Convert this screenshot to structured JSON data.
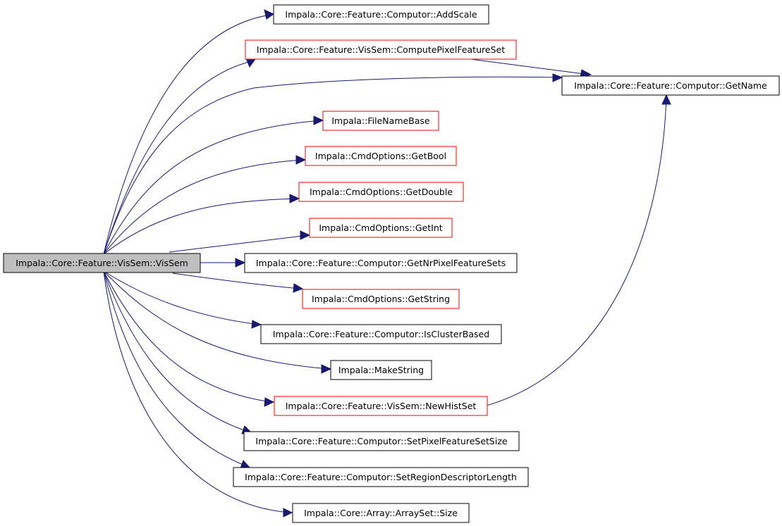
{
  "colors": {
    "edge": "#191970",
    "root_fill": "#bfbfbf",
    "normal_border": "#000000",
    "highlight_border": "#ff0000"
  },
  "root": {
    "label": "Impala::Core::Feature::VisSem::VisSem"
  },
  "nodes": [
    {
      "id": "addscale",
      "label": "Impala::Core::Feature::Computor::AddScale",
      "highlight": false
    },
    {
      "id": "computepixel",
      "label": "Impala::Core::Feature::VisSem::ComputePixelFeatureSet",
      "highlight": true
    },
    {
      "id": "getname",
      "label": "Impala::Core::Feature::Computor::GetName",
      "highlight": false
    },
    {
      "id": "filenamebase",
      "label": "Impala::FileNameBase",
      "highlight": true
    },
    {
      "id": "getbool",
      "label": "Impala::CmdOptions::GetBool",
      "highlight": true
    },
    {
      "id": "getdouble",
      "label": "Impala::CmdOptions::GetDouble",
      "highlight": true
    },
    {
      "id": "getint",
      "label": "Impala::CmdOptions::GetInt",
      "highlight": true
    },
    {
      "id": "getnrpixel",
      "label": "Impala::Core::Feature::Computor::GetNrPixelFeatureSets",
      "highlight": false
    },
    {
      "id": "getstring",
      "label": "Impala::CmdOptions::GetString",
      "highlight": true
    },
    {
      "id": "isclusterbased",
      "label": "Impala::Core::Feature::Computor::IsClusterBased",
      "highlight": false
    },
    {
      "id": "makestring",
      "label": "Impala::MakeString",
      "highlight": false
    },
    {
      "id": "newhistset",
      "label": "Impala::Core::Feature::VisSem::NewHistSet",
      "highlight": true
    },
    {
      "id": "setpixelsize",
      "label": "Impala::Core::Feature::Computor::SetPixelFeatureSetSize",
      "highlight": false
    },
    {
      "id": "setregionlen",
      "label": "Impala::Core::Feature::Computor::SetRegionDescriptorLength",
      "highlight": false
    },
    {
      "id": "arraysize",
      "label": "Impala::Core::Array::ArraySet::Size",
      "highlight": false
    }
  ]
}
